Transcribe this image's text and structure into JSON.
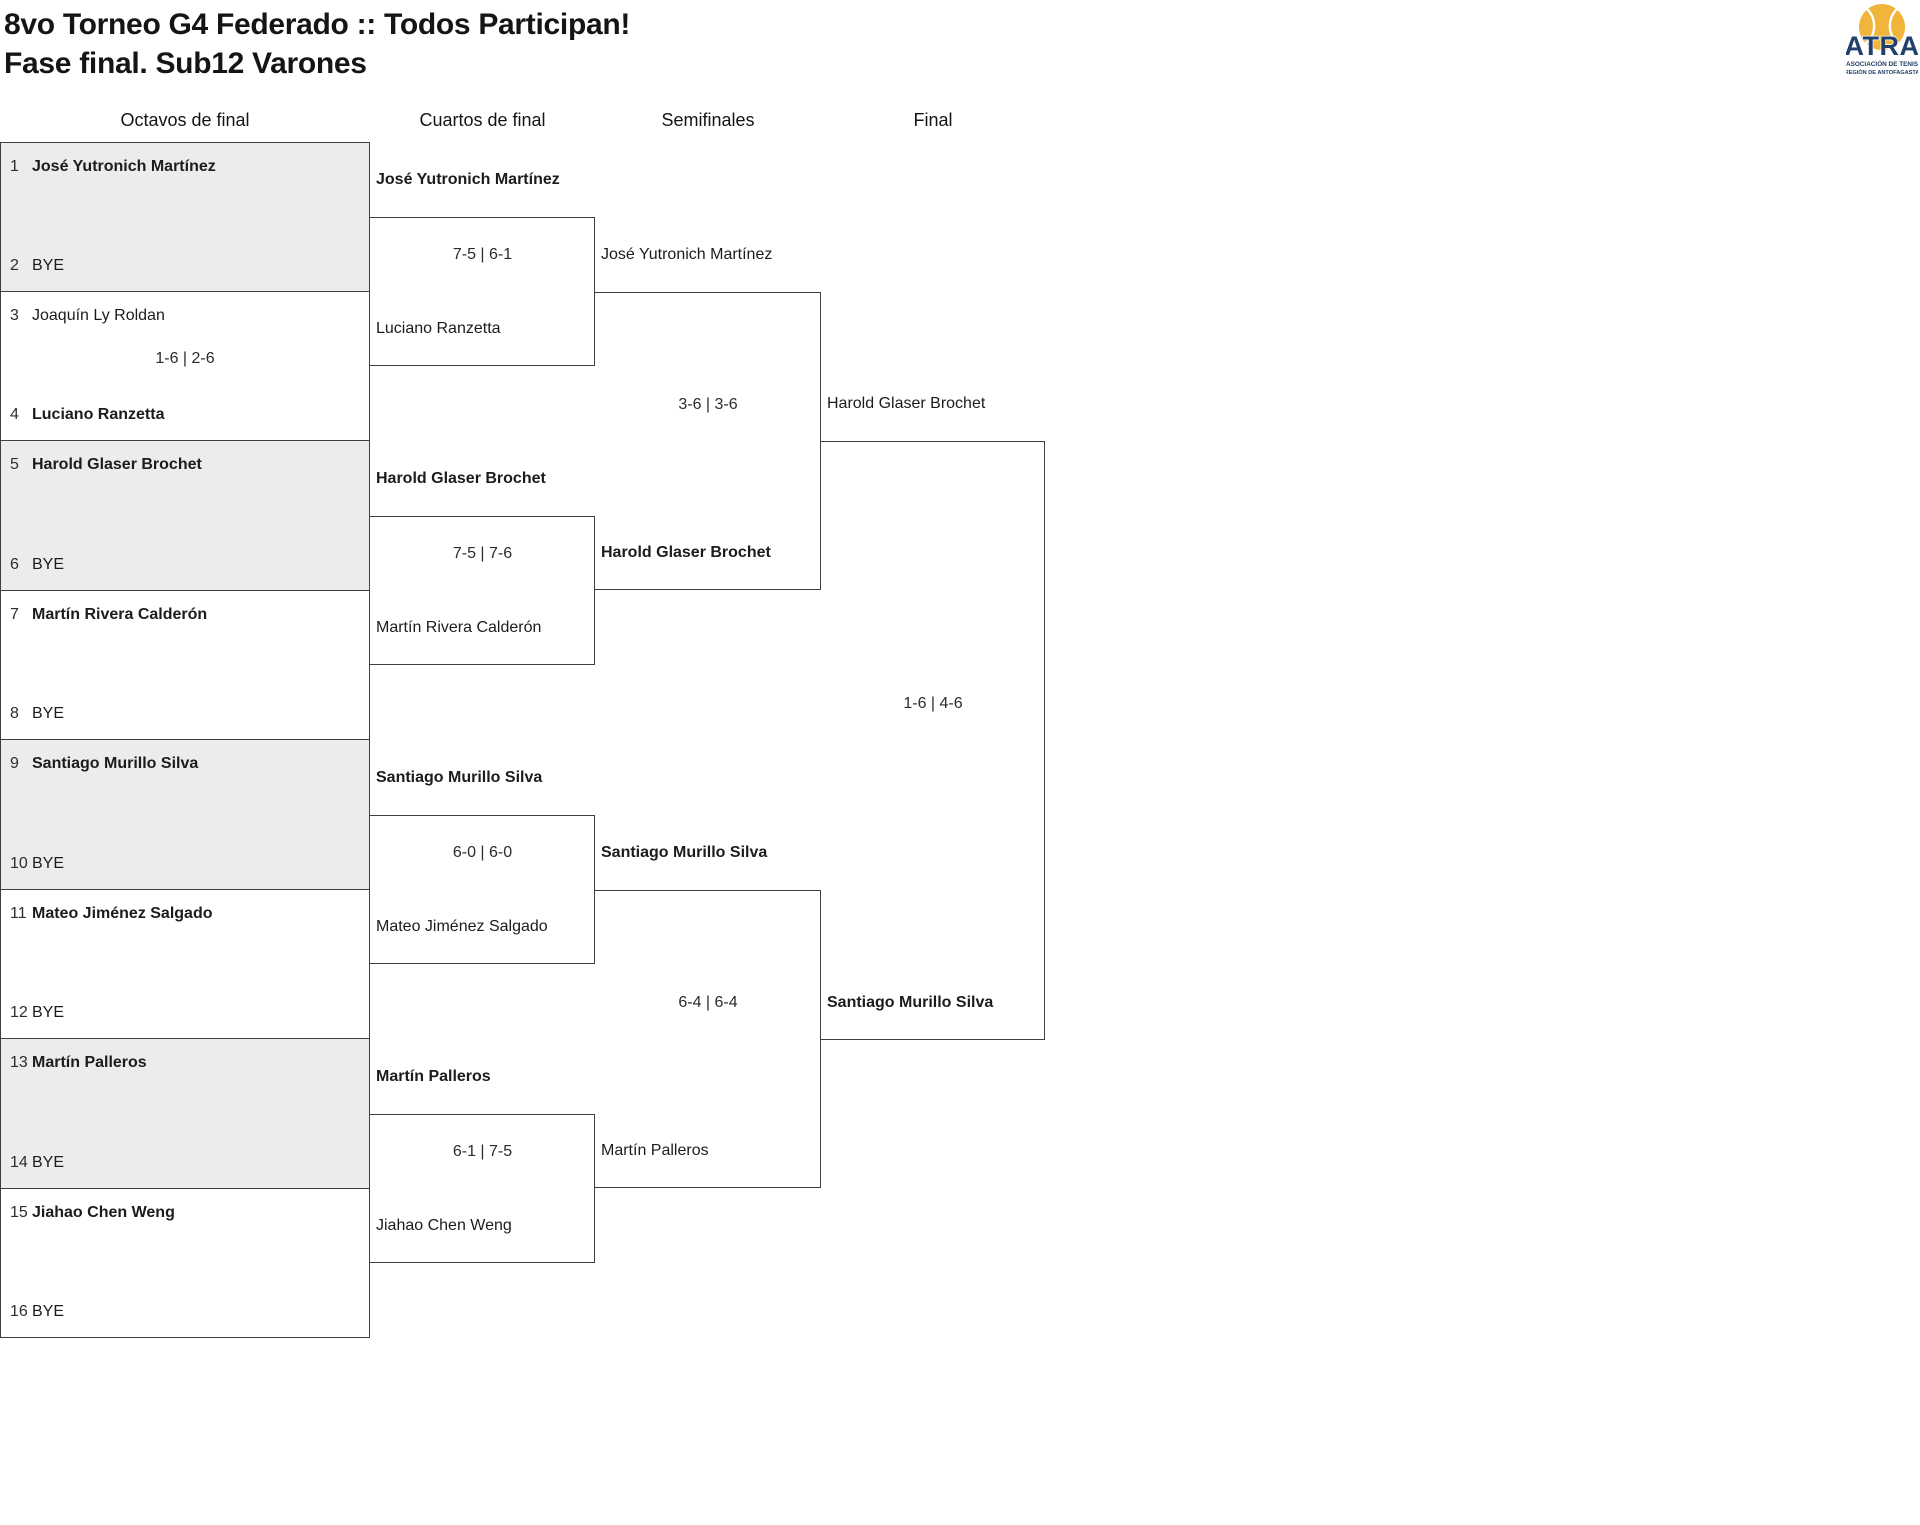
{
  "title": {
    "line1": "8vo Torneo G4 Federado :: Todos Participan!",
    "line2": "Fase final. Sub12 Varones"
  },
  "logo": {
    "acronym": "ATRA",
    "sub1": "ASOCIACIÓN DE TENIS",
    "sub2": "REGIÓN DE ANTOFAGASTA"
  },
  "columns": {
    "r16": "Octavos de final",
    "qf": "Cuartos de final",
    "sf": "Semifinales",
    "f": "Final"
  },
  "colors": {
    "box_gray": "#ececec",
    "border": "#3f3f3f",
    "text": "#1c1c1c",
    "ball_yellow": "#f0b53a",
    "logo_navy": "#21406a"
  },
  "r16": {
    "entries": [
      {
        "seed": "1",
        "name": "José Yutronich Martínez",
        "winner": true
      },
      {
        "seed": "2",
        "name": "BYE",
        "winner": false
      },
      {
        "seed": "3",
        "name": "Joaquín Ly Roldan",
        "winner": false
      },
      {
        "seed": "4",
        "name": "Luciano Ranzetta",
        "winner": true
      },
      {
        "seed": "5",
        "name": "Harold Glaser Brochet",
        "winner": true
      },
      {
        "seed": "6",
        "name": "BYE",
        "winner": false
      },
      {
        "seed": "7",
        "name": "Martín Rivera Calderón",
        "winner": true
      },
      {
        "seed": "8",
        "name": "BYE",
        "winner": false
      },
      {
        "seed": "9",
        "name": "Santiago Murillo Silva",
        "winner": true
      },
      {
        "seed": "10",
        "name": "BYE",
        "winner": false
      },
      {
        "seed": "11",
        "name": "Mateo Jiménez Salgado",
        "winner": true
      },
      {
        "seed": "12",
        "name": "BYE",
        "winner": false
      },
      {
        "seed": "13",
        "name": "Martín Palleros",
        "winner": true
      },
      {
        "seed": "14",
        "name": "BYE",
        "winner": false
      },
      {
        "seed": "15",
        "name": "Jiahao Chen Weng",
        "winner": true
      },
      {
        "seed": "16",
        "name": "BYE",
        "winner": false
      }
    ],
    "scores": {
      "m1": "1-6 | 2-6"
    }
  },
  "qf": {
    "matches": [
      {
        "p1": {
          "name": "José Yutronich Martínez",
          "winner": true
        },
        "p2": {
          "name": "Luciano Ranzetta",
          "winner": false
        },
        "score": "7-5 | 6-1"
      },
      {
        "p1": {
          "name": "Harold Glaser Brochet",
          "winner": true
        },
        "p2": {
          "name": "Martín Rivera Calderón",
          "winner": false
        },
        "score": "7-5 | 7-6"
      },
      {
        "p1": {
          "name": "Santiago Murillo Silva",
          "winner": true
        },
        "p2": {
          "name": "Mateo Jiménez Salgado",
          "winner": false
        },
        "score": "6-0 | 6-0"
      },
      {
        "p1": {
          "name": "Martín Palleros",
          "winner": true
        },
        "p2": {
          "name": "Jiahao Chen Weng",
          "winner": false
        },
        "score": "6-1 | 7-5"
      }
    ]
  },
  "sf": {
    "matches": [
      {
        "p1": {
          "name": "José Yutronich Martínez",
          "winner": false
        },
        "p2": {
          "name": "Harold Glaser Brochet",
          "winner": true
        },
        "score": "3-6 | 3-6"
      },
      {
        "p1": {
          "name": "Santiago Murillo Silva",
          "winner": true
        },
        "p2": {
          "name": "Martín Palleros",
          "winner": false
        },
        "score": "6-4 | 6-4"
      }
    ]
  },
  "final": {
    "match": {
      "p1": {
        "name": "Harold Glaser Brochet",
        "winner": false
      },
      "p2": {
        "name": "Santiago Murillo Silva",
        "winner": true
      },
      "score": "1-6 | 4-6"
    }
  }
}
